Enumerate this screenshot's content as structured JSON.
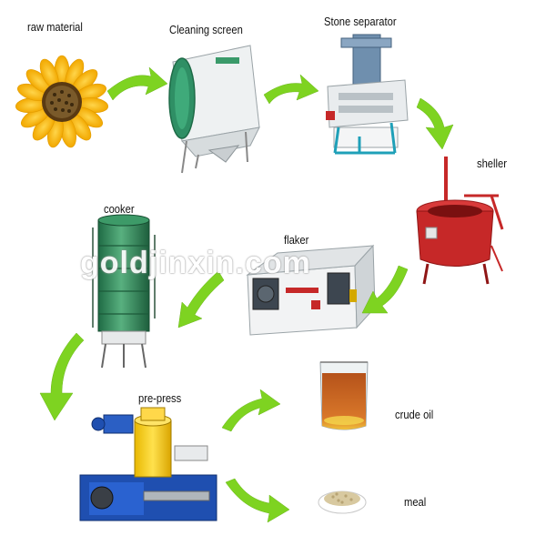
{
  "labels": {
    "raw_material": "raw material",
    "cleaning_screen": "Cleaning screen",
    "stone_separator": "Stone separator",
    "sheller": "sheller",
    "cooker": "cooker",
    "flaker": "flaker",
    "pre_press": "pre-press",
    "crude_oil": "crude oil",
    "meal": "meal"
  },
  "watermark": "goldjinxin.com",
  "colors": {
    "arrow": "#7ed321",
    "machine_green": "#2e8b57",
    "machine_red": "#c62828",
    "machine_blue": "#1f4fb0",
    "oil": "#c4601c"
  }
}
